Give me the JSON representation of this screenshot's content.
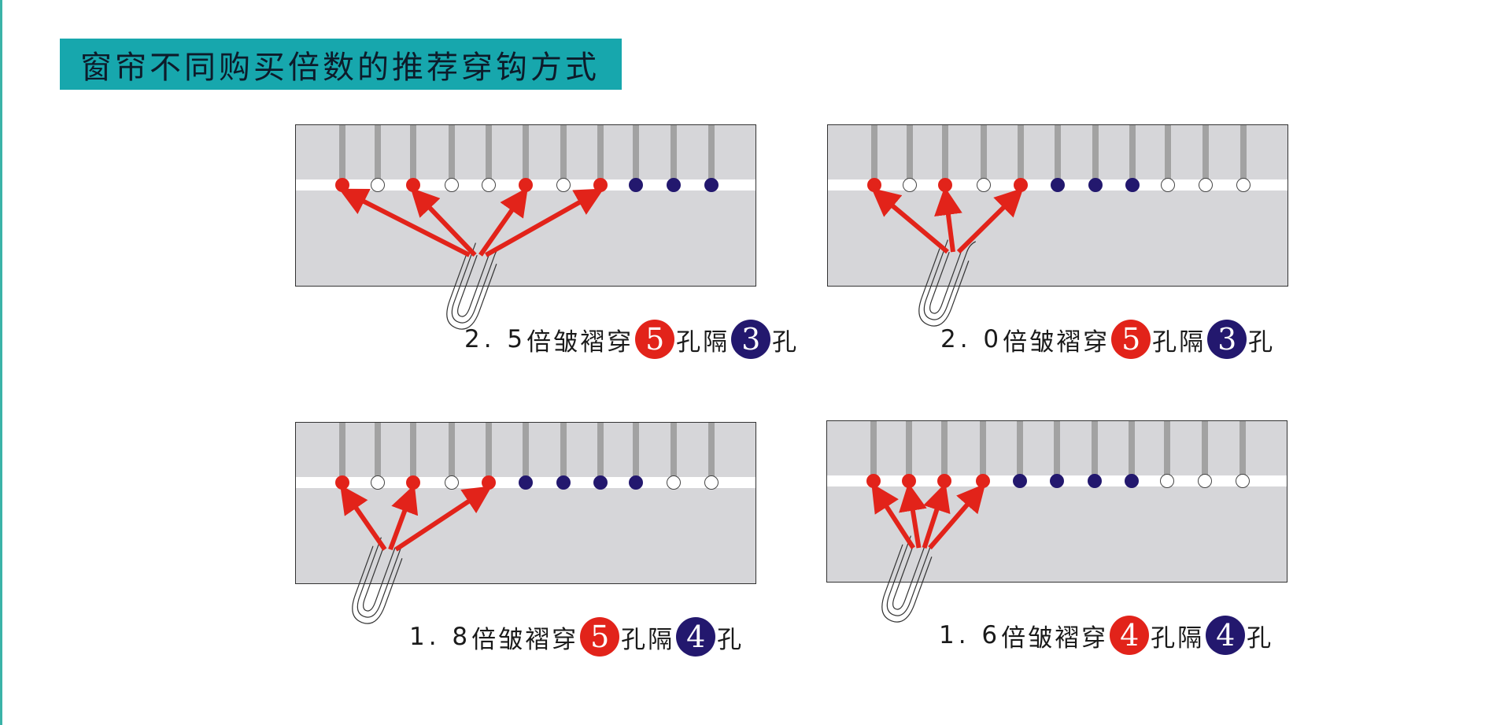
{
  "title": "窗帘不同购买倍数的推荐穿钩方式",
  "colors": {
    "teal": "#17a7ad",
    "selected": "#e2231a",
    "gap": "#23186e",
    "panel_bg": "#d6d6d9",
    "tab": "#a2a2a2"
  },
  "icons": {
    "hook": "curtain-hook-icon",
    "arrow": "red-arrow-icon"
  },
  "panels": [
    {
      "ratio_text": "2. 5",
      "desc": "倍皱褶穿",
      "pierce_count": "5",
      "pierce_unit": "孔隔",
      "skip_count": "3",
      "skip_unit": "孔",
      "pierce_badge_color": "#e2231a",
      "skip_badge_color": "#23186e",
      "holes": [
        "red",
        "white",
        "red",
        "white",
        "white",
        "red",
        "white",
        "red",
        "blue",
        "blue",
        "blue"
      ],
      "arrow_targets": [
        0,
        2,
        5,
        7
      ]
    },
    {
      "ratio_text": "2. 0",
      "desc": "倍皱褶穿",
      "pierce_count": "5",
      "pierce_unit": "孔隔",
      "skip_count": "3",
      "skip_unit": "孔",
      "pierce_badge_color": "#e2231a",
      "skip_badge_color": "#23186e",
      "holes": [
        "red",
        "white",
        "red",
        "white",
        "red",
        "blue",
        "blue",
        "blue",
        "white",
        "white",
        "white"
      ],
      "arrow_targets": [
        0,
        2,
        4
      ]
    },
    {
      "ratio_text": "1. 8",
      "desc": "倍皱褶穿",
      "pierce_count": "5",
      "pierce_unit": "孔隔",
      "skip_count": "4",
      "skip_unit": "孔",
      "pierce_badge_color": "#e2231a",
      "skip_badge_color": "#23186e",
      "holes": [
        "red",
        "white",
        "red",
        "white",
        "red",
        "blue",
        "blue",
        "blue",
        "blue",
        "white",
        "white"
      ],
      "arrow_targets": [
        0,
        2,
        4
      ]
    },
    {
      "ratio_text": "1. 6",
      "desc": "倍皱褶穿",
      "pierce_count": "4",
      "pierce_unit": "孔隔",
      "skip_count": "4",
      "skip_unit": "孔",
      "pierce_badge_color": "#e2231a",
      "skip_badge_color": "#23186e",
      "holes": [
        "red",
        "red",
        "red",
        "red",
        "blue",
        "blue",
        "blue",
        "blue",
        "white",
        "white",
        "white"
      ],
      "arrow_targets": [
        0,
        1,
        2,
        3
      ]
    }
  ]
}
